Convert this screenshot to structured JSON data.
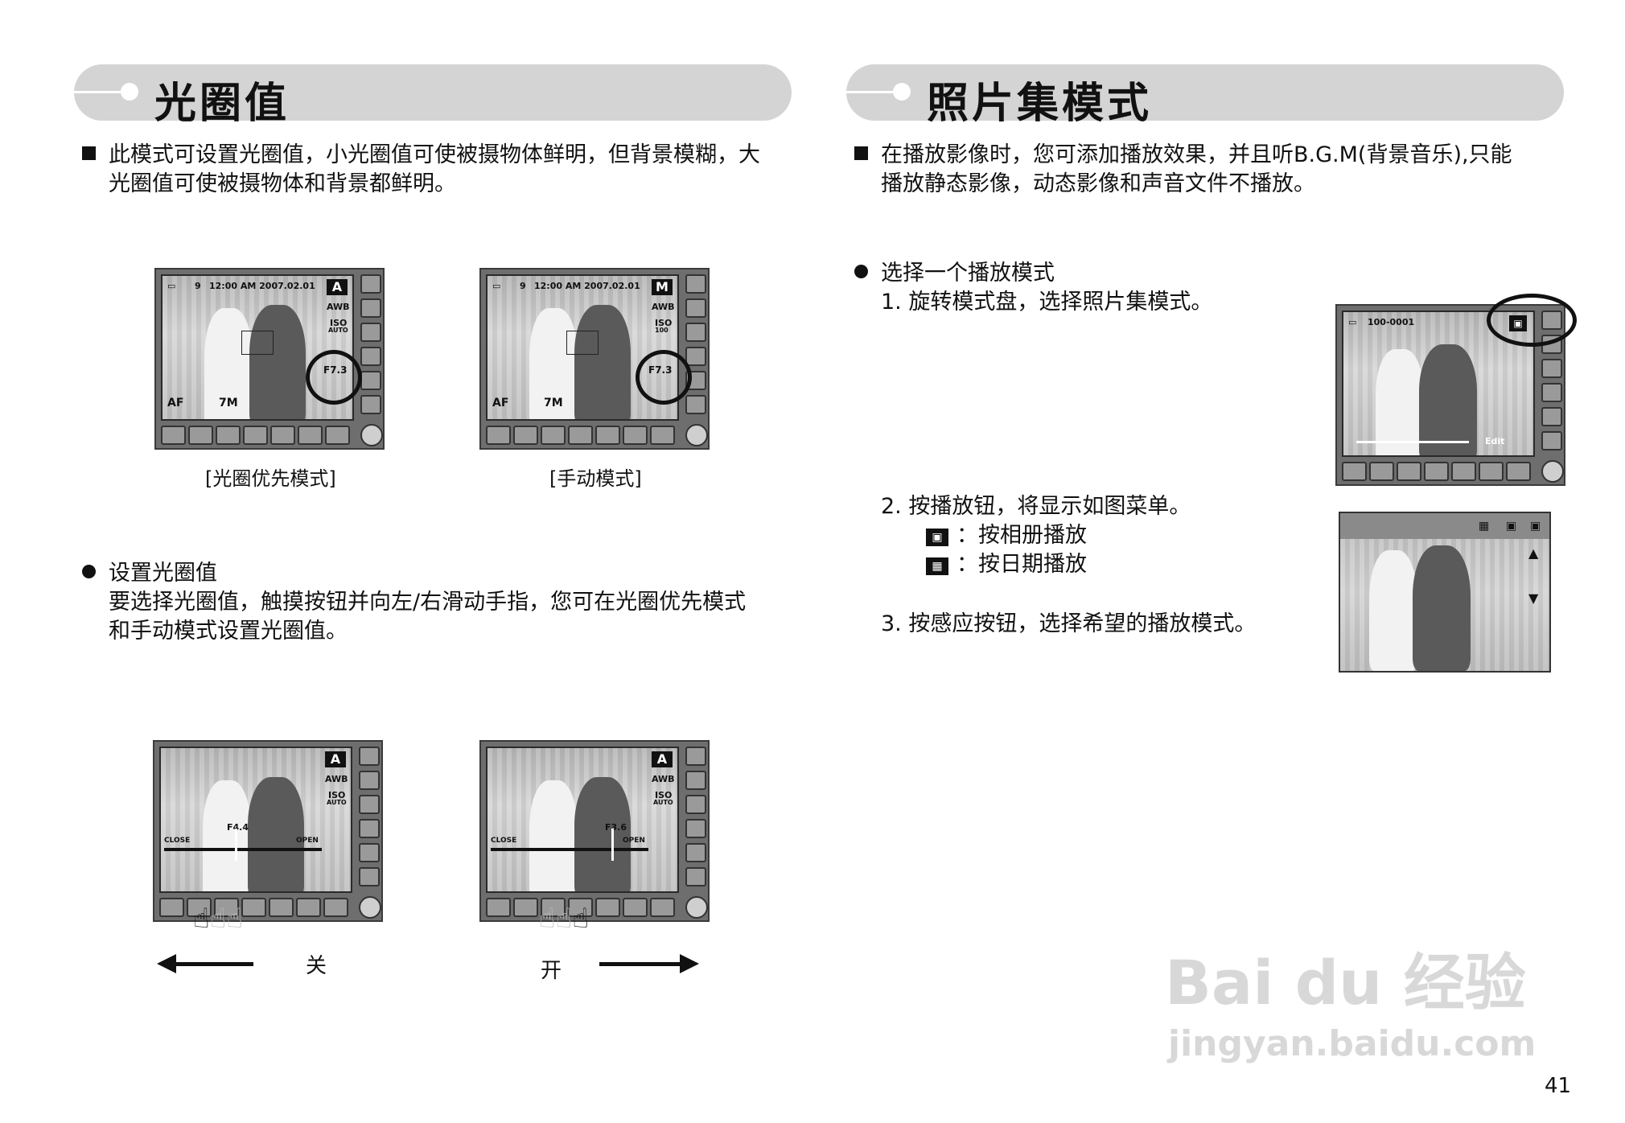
{
  "left": {
    "title": "光圈值",
    "intro_line1": "此模式可设置光圈值，小光圈值可使被摄物体鲜明，但背景模糊，大",
    "intro_line2": "光圈值可使被摄物体和背景都鲜明。",
    "caption_aperture": "[光圈优先模式]",
    "caption_manual": "[手动模式]",
    "set_heading": "设置光圈值",
    "set_line1": "要选择光圈值，触摸按钮并向左/右滑动手指，您可在光圈优先模式",
    "set_line2": "和手动模式设置光圈值。",
    "label_close": "关",
    "label_open": "开",
    "screen1": {
      "status": "9",
      "datetime": "12:00 AM 2007.02.01",
      "mode": "A",
      "awb": "AWB",
      "iso": "ISO",
      "iso_sub": "AUTO",
      "fvalue": "F7.3",
      "af": "AF",
      "size": "7M"
    },
    "screen2": {
      "status": "9",
      "datetime": "12:00 AM 2007.02.01",
      "mode": "M",
      "awb": "AWB",
      "iso": "ISO",
      "iso_sub": "100",
      "fvalue": "F7.3",
      "af": "AF",
      "size": "7M"
    },
    "screen3": {
      "mode": "A",
      "awb": "AWB",
      "iso": "ISO",
      "iso_sub": "AUTO",
      "fvalue": "F4.4",
      "close": "CLOSE",
      "open": "OPEN"
    },
    "screen4": {
      "mode": "A",
      "awb": "AWB",
      "iso": "ISO",
      "iso_sub": "AUTO",
      "fvalue": "F3.6",
      "close": "CLOSE",
      "open": "OPEN"
    }
  },
  "right": {
    "title": "照片集模式",
    "intro_line1": "在播放影像时，您可添加播放效果，并且听B.G.M(背景音乐),只能",
    "intro_line2": "播放静态影像，动态影像和声音文件不播放。",
    "select_heading": "选择一个播放模式",
    "step1": "1. 旋转模式盘，选择照片集模式。",
    "step2": "2. 按播放钮，将显示如图菜单。",
    "opt_album": "：按相册播放",
    "opt_date": "：按日期播放",
    "step3": "3. 按感应按钮，选择希望的播放模式。",
    "screen5": {
      "file": "100-0001",
      "edit": "Edit"
    }
  },
  "page_number": "41",
  "watermark": {
    "brand": "Bai du 经验",
    "url": "jingyan.baidu.com"
  }
}
